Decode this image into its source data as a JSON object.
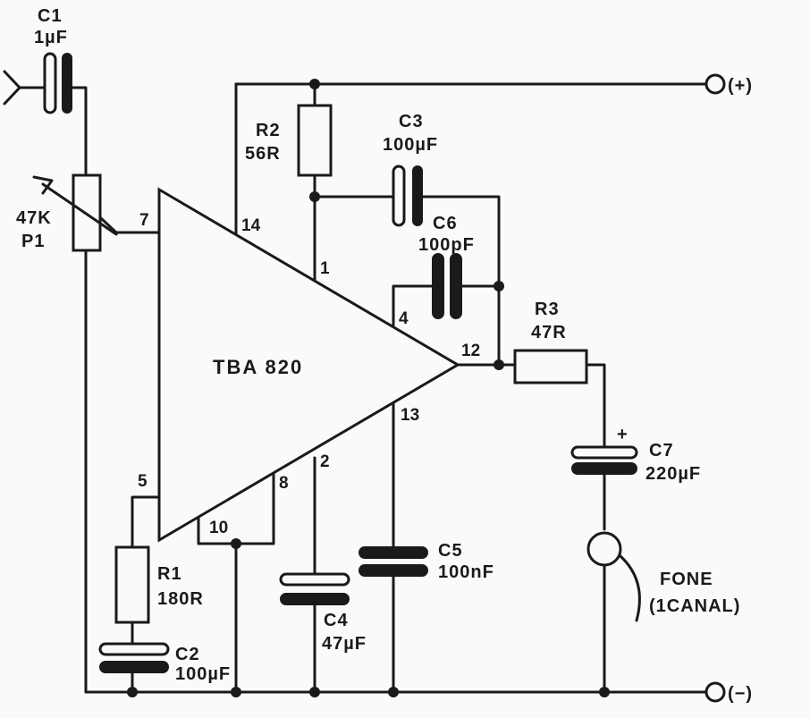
{
  "ic": {
    "name": "TBA 820"
  },
  "pins": {
    "p7": "7",
    "p14": "14",
    "p1": "1",
    "p4": "4",
    "p12": "12",
    "p13": "13",
    "p2": "2",
    "p8": "8",
    "p5": "5",
    "p10": "10"
  },
  "components": {
    "c1": {
      "ref": "C1",
      "value": "1µF"
    },
    "r2": {
      "ref": "R2",
      "value": "56R"
    },
    "c3": {
      "ref": "C3",
      "value": "100µF"
    },
    "c6": {
      "ref": "C6",
      "value": "100pF"
    },
    "p1": {
      "ref": "P1",
      "value": "47K"
    },
    "r3": {
      "ref": "R3",
      "value": "47R"
    },
    "c7": {
      "ref": "C7",
      "value": "220µF",
      "polarity": "+"
    },
    "r1": {
      "ref": "R1",
      "value": "180R"
    },
    "c2": {
      "ref": "C2",
      "value": "100µF"
    },
    "c4": {
      "ref": "C4",
      "value": "47µF"
    },
    "c5": {
      "ref": "C5",
      "value": "100nF"
    }
  },
  "terminals": {
    "pos": "(+)",
    "neg": "(−)"
  },
  "phone": {
    "line1": "FONE",
    "line2": "(1CANAL)"
  }
}
